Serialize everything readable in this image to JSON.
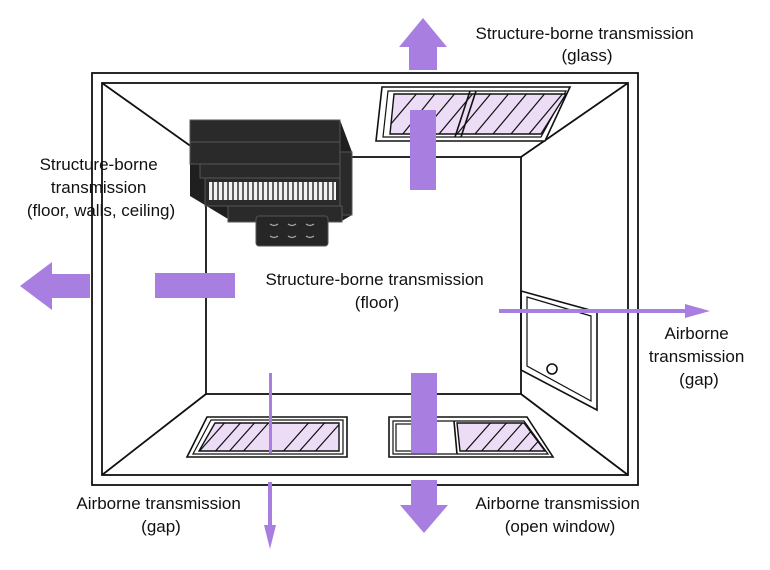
{
  "colors": {
    "arrow": "#a87fe0",
    "glass": "#ecdcf6",
    "line": "#111111",
    "machine": "#2a2a2a",
    "background": "#ffffff"
  },
  "labels": {
    "top_right": [
      "Structure-borne transmission",
      "(glass)"
    ],
    "left": [
      "Structure-borne",
      "transmission",
      "(floor, walls, ceiling)"
    ],
    "center": [
      "Structure-borne transmission",
      "(floor)"
    ],
    "right": [
      "Airborne",
      "transmission",
      "(gap)"
    ],
    "bottom_left": [
      "Airborne transmission",
      "(gap)"
    ],
    "bottom_right": [
      "Airborne transmission",
      "(open window)"
    ]
  },
  "icons": {
    "machine": "hvac-unit-icon",
    "door": "door-icon",
    "window": "window-icon"
  }
}
